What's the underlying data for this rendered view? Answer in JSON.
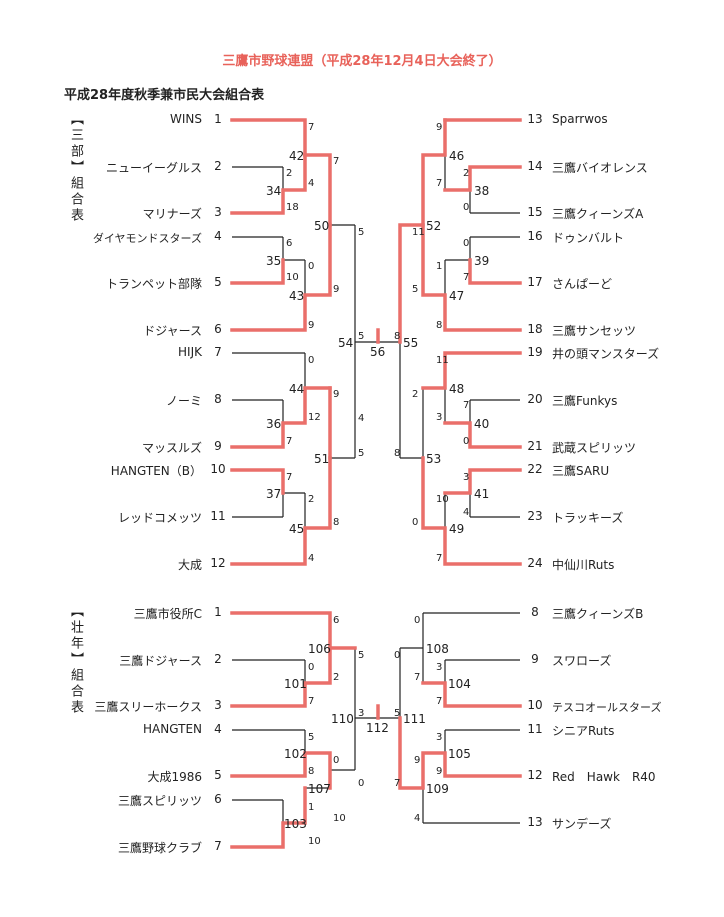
{
  "header": {
    "title": "三鷹市野球連盟（平成28年12月4日大会終了）",
    "subtitle": "平成28年度秋季兼市民大会組合表"
  },
  "division_a": {
    "label": "【三部】組合表",
    "left_teams": [
      {
        "no": "1",
        "name": "WINS"
      },
      {
        "no": "2",
        "name": "ニューイーグルス"
      },
      {
        "no": "3",
        "name": "マリナーズ"
      },
      {
        "no": "4",
        "name": "ダイヤモンドスターズ"
      },
      {
        "no": "5",
        "name": "トランペット部隊"
      },
      {
        "no": "6",
        "name": "ドジャース"
      },
      {
        "no": "7",
        "name": "HIJK"
      },
      {
        "no": "8",
        "name": "ノーミ"
      },
      {
        "no": "9",
        "name": "マッスルズ"
      },
      {
        "no": "10",
        "name": "HANGTEN（B）"
      },
      {
        "no": "11",
        "name": "レッドコメッツ"
      },
      {
        "no": "12",
        "name": "大成"
      }
    ],
    "right_teams": [
      {
        "no": "13",
        "name": "Sparrwos"
      },
      {
        "no": "14",
        "name": "三鷹バイオレンス"
      },
      {
        "no": "15",
        "name": "三鷹クィーンズA"
      },
      {
        "no": "16",
        "name": "ドゥンバルト"
      },
      {
        "no": "17",
        "name": "さんぱーど"
      },
      {
        "no": "18",
        "name": "三鷹サンセッツ"
      },
      {
        "no": "19",
        "name": "井の頭マンスターズ"
      },
      {
        "no": "20",
        "name": "三鷹Funkys"
      },
      {
        "no": "21",
        "name": "武蔵スピリッツ"
      },
      {
        "no": "22",
        "name": "三鷹SARU"
      },
      {
        "no": "23",
        "name": "トラッキーズ"
      },
      {
        "no": "24",
        "name": "中仙川Ruts"
      }
    ],
    "match_numbers": [
      "34",
      "35",
      "36",
      "37",
      "38",
      "39",
      "40",
      "41",
      "42",
      "43",
      "44",
      "45",
      "46",
      "47",
      "48",
      "49",
      "50",
      "51",
      "52",
      "53",
      "54",
      "55",
      "56"
    ],
    "scores": [
      "7",
      "2",
      "4",
      "18",
      "6",
      "10",
      "0",
      "9",
      "7",
      "9",
      "0",
      "9",
      "12",
      "7",
      "5",
      "7",
      "2",
      "4",
      "8",
      "5",
      "5",
      "8",
      "9",
      "2",
      "7",
      "0",
      "11",
      "0",
      "7",
      "1",
      "5",
      "8",
      "11",
      "2",
      "7",
      "3",
      "0",
      "8",
      "3",
      "10",
      "4",
      "0",
      "4",
      "7"
    ]
  },
  "division_b": {
    "label": "【壮年】組合表",
    "left_teams": [
      {
        "no": "1",
        "name": "三鷹市役所C"
      },
      {
        "no": "2",
        "name": "三鷹ドジャース"
      },
      {
        "no": "3",
        "name": "三鷹スリーホークス"
      },
      {
        "no": "4",
        "name": "HANGTEN"
      },
      {
        "no": "5",
        "name": "大成1986"
      },
      {
        "no": "6",
        "name": "三鷹スピリッツ"
      },
      {
        "no": "7",
        "name": "三鷹野球クラブ"
      }
    ],
    "right_teams": [
      {
        "no": "8",
        "name": "三鷹クィーンズB"
      },
      {
        "no": "9",
        "name": "スワローズ"
      },
      {
        "no": "10",
        "name": "テスコオールスターズ"
      },
      {
        "no": "11",
        "name": "シニアRuts"
      },
      {
        "no": "12",
        "name": "Red　Hawk　R40"
      },
      {
        "no": "13",
        "name": "サンデーズ"
      }
    ],
    "match_numbers": [
      "101",
      "102",
      "103",
      "104",
      "105",
      "106",
      "107",
      "108",
      "109",
      "110",
      "111",
      "112"
    ],
    "scores": [
      "6",
      "5",
      "0",
      "2",
      "7",
      "5",
      "8",
      "0",
      "1",
      "10",
      "10",
      "0",
      "3",
      "5",
      "0",
      "7",
      "7",
      "3",
      "9",
      "9",
      "7",
      "4",
      "0",
      "3"
    ]
  }
}
